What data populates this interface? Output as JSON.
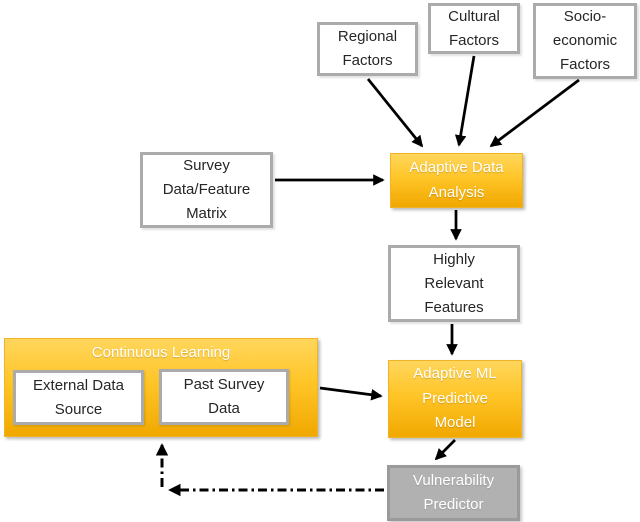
{
  "diagram": {
    "title": "Adaptive ML vulnerability prediction pipeline",
    "nodes": {
      "regional_factors": {
        "label": "Regional\nFactors"
      },
      "cultural_factors": {
        "label": "Cultural\nFactors"
      },
      "socio_economic_factors": {
        "label": "Socio-\neconomic\nFactors"
      },
      "survey_matrix": {
        "label": "Survey\nData/Feature\nMatrix"
      },
      "adaptive_data_analysis": {
        "label": "Adaptive Data\nAnalysis"
      },
      "highly_relevant_features": {
        "label": "Highly\nRelevant\nFeatures"
      },
      "continuous_learning": {
        "label": "Continuous Learning"
      },
      "external_data_source": {
        "label": "External Data\nSource"
      },
      "past_survey_data": {
        "label": "Past Survey\nData"
      },
      "adaptive_ml_model": {
        "label": "Adaptive ML\nPredictive\nModel"
      },
      "vulnerability_predictor": {
        "label": "Vulnerability\nPredictor"
      }
    },
    "edges": [
      {
        "from": "regional-factors",
        "to": "adaptive-data-analysis",
        "style": "solid"
      },
      {
        "from": "cultural-factors",
        "to": "adaptive-data-analysis",
        "style": "solid"
      },
      {
        "from": "socio-economic-factors",
        "to": "adaptive-data-analysis",
        "style": "solid"
      },
      {
        "from": "survey-data-feature-matrix",
        "to": "adaptive-data-analysis",
        "style": "solid"
      },
      {
        "from": "adaptive-data-analysis",
        "to": "highly-relevant-features",
        "style": "solid"
      },
      {
        "from": "highly-relevant-features",
        "to": "adaptive-ml-predictive-model",
        "style": "solid"
      },
      {
        "from": "continuous-learning",
        "to": "adaptive-ml-predictive-model",
        "style": "solid"
      },
      {
        "from": "adaptive-ml-predictive-model",
        "to": "vulnerability-predictor",
        "style": "solid"
      },
      {
        "from": "vulnerability-predictor",
        "to": "continuous-learning",
        "style": "dash-dot"
      }
    ],
    "colors": {
      "gold_top": "#FFD65C",
      "gold_mid": "#FFC528",
      "gold_bottom": "#F1A800",
      "gray_fill": "#B1B1B1",
      "gray_border": "#9A9A9A",
      "white_box_border": "#ABABAB",
      "arrow": "#000000",
      "text_dark": "#262626",
      "text_light": "#FFFFFF"
    }
  }
}
